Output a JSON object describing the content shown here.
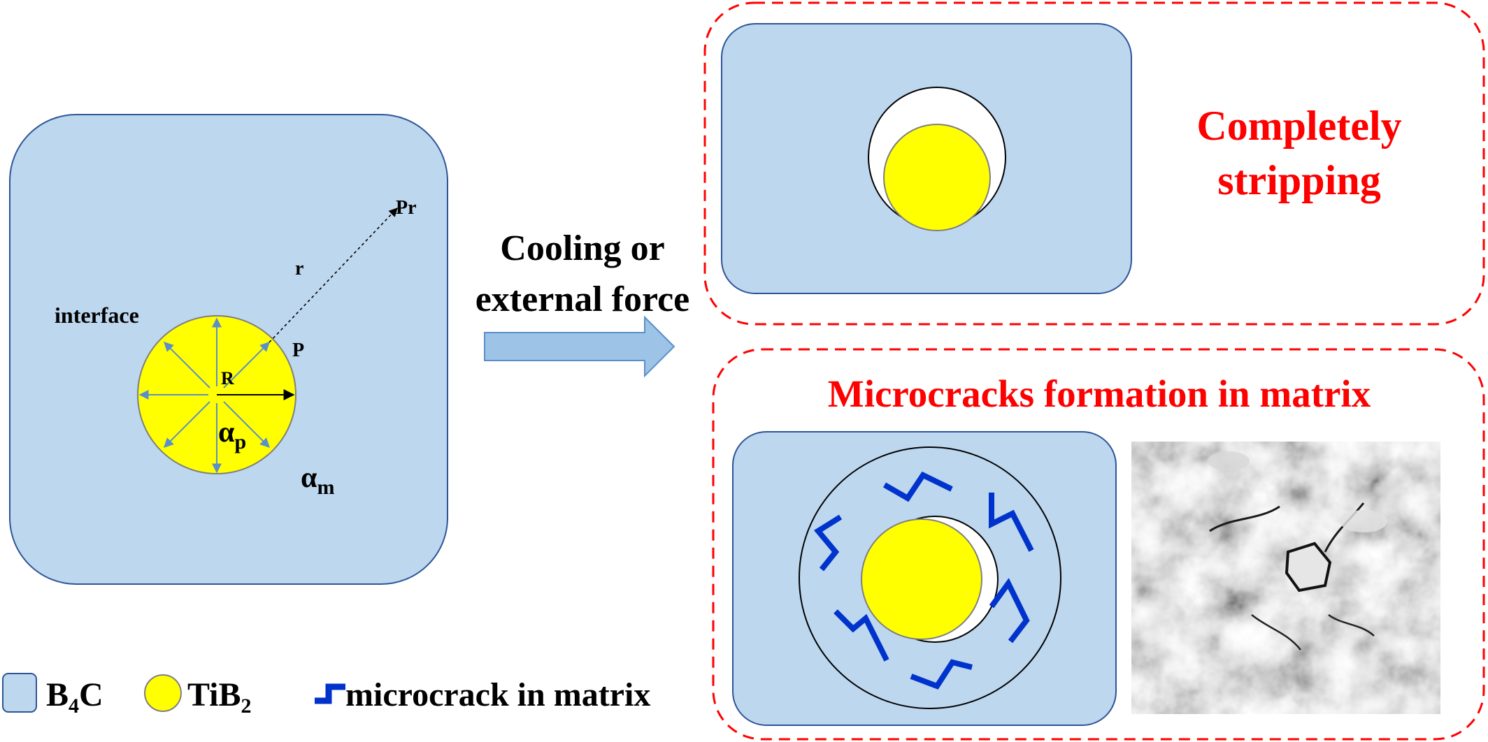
{
  "colors": {
    "matrix_fill": "#bdd7ee",
    "matrix_stroke": "#2e5597",
    "particle_fill": "#ffff00",
    "particle_stroke": "#7f7f7f",
    "arrow_blue": "#5b8fc9",
    "crack_blue": "#0033cc",
    "result_red": "#ff0000",
    "text_black": "#000000"
  },
  "left_panel": {
    "matrix_material": "B4C",
    "particle_material": "TiB2",
    "label_interface": "interface",
    "label_r": "r",
    "label_pr": "Pr",
    "label_p": "P",
    "label_R": "R",
    "alpha_p": {
      "symbol": "α",
      "subscript": "p"
    },
    "alpha_m": {
      "symbol": "α",
      "subscript": "m"
    }
  },
  "transition": {
    "line1": "Cooling or",
    "line2": "external force"
  },
  "outcome_top": {
    "line1": "Completely",
    "line2": "stripping"
  },
  "outcome_bottom": {
    "title": "Microcracks formation in matrix",
    "micrograph_icon": "sem-micrograph-image"
  },
  "legend": {
    "items": [
      {
        "icon": "b4c-swatch-icon",
        "base": "B",
        "sub": "4",
        "tail": "C"
      },
      {
        "icon": "tib2-swatch-icon",
        "base": "TiB",
        "sub": "2",
        "tail": ""
      },
      {
        "icon": "microcrack-icon",
        "base": "microcrack in matrix",
        "sub": "",
        "tail": ""
      }
    ]
  }
}
